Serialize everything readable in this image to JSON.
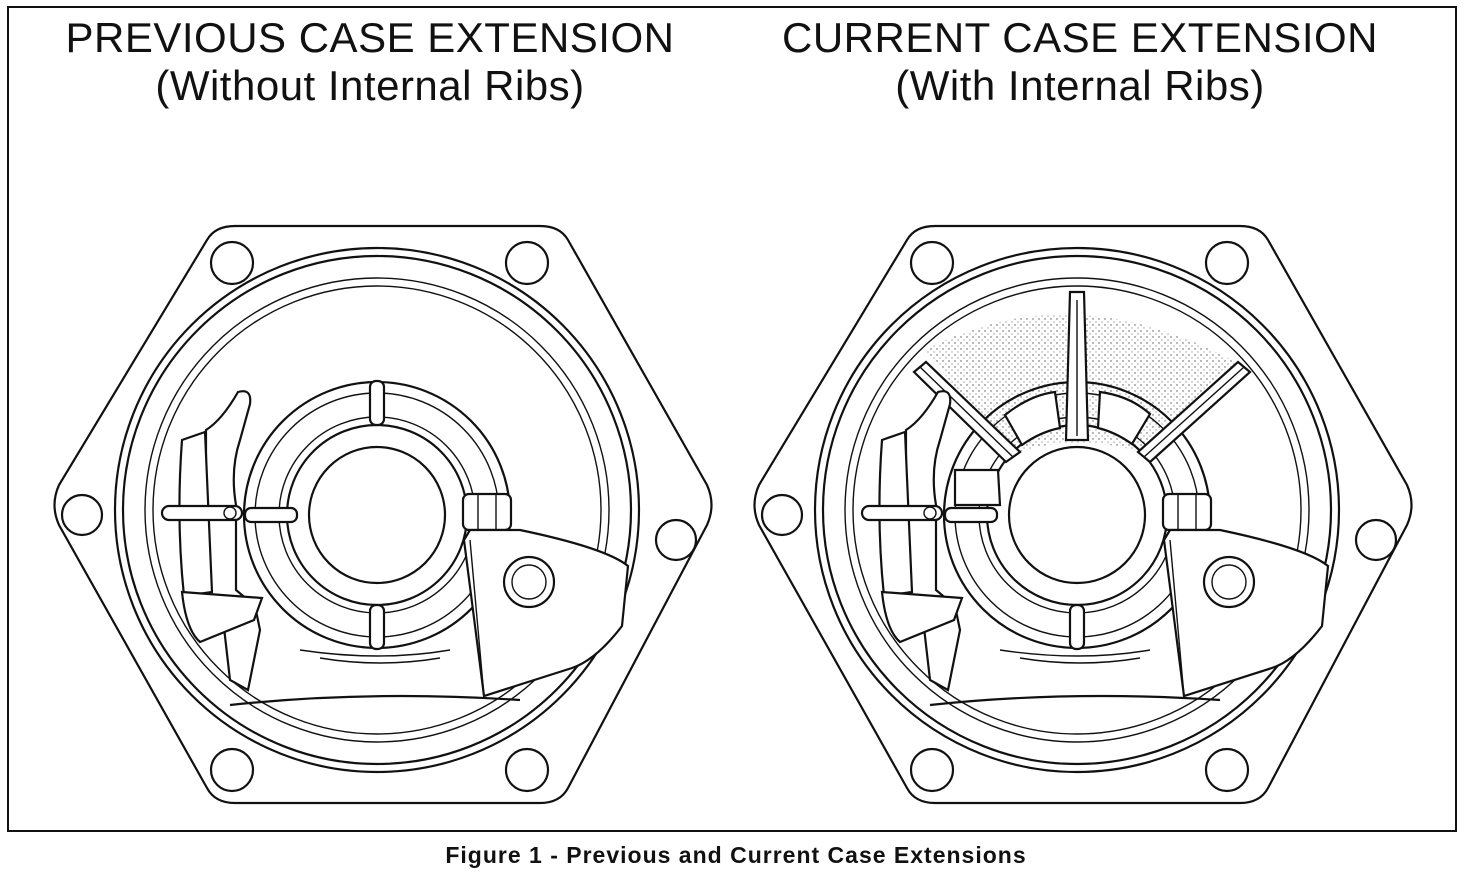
{
  "panels": {
    "left": {
      "title": "PREVIOUS CASE EXTENSION",
      "subtitle": "(Without Internal Ribs)"
    },
    "right": {
      "title": "CURRENT CASE EXTENSION",
      "subtitle": "(With Internal Ribs)"
    }
  },
  "caption": "Figure 1 - Previous and Current Case Extensions"
}
